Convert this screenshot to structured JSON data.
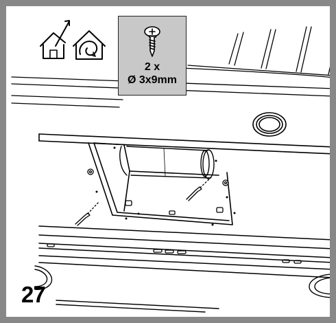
{
  "step": {
    "number": "27"
  },
  "spec": {
    "quantity": "2 x",
    "size": "Ø 3x9mm",
    "icon": "screw-icon"
  },
  "icons": {
    "ducted_mode": "house-exhaust-icon",
    "recirculation_mode": "house-recirculation-icon"
  },
  "colors": {
    "frame": "#888888",
    "spec_box": "#c8c8c8",
    "line": "#000000"
  }
}
